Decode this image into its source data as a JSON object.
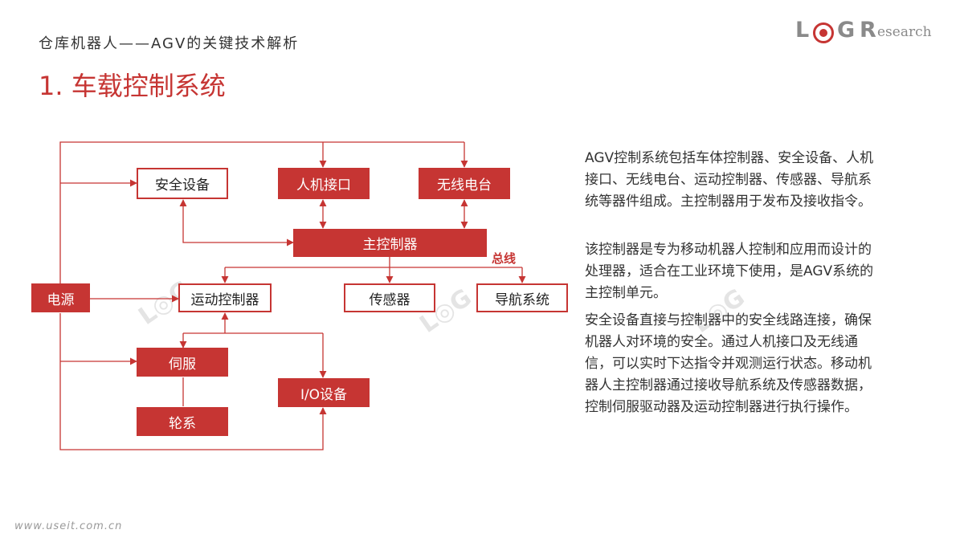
{
  "header": {
    "subtitle": "仓库机器人——AGV的关键技术解析",
    "title": "1. 车载控制系统"
  },
  "logo": {
    "letters": [
      "L",
      "G",
      "R"
    ],
    "small_text": "esearch",
    "accent_color": "#c63533",
    "text_color": "#8a8a8a"
  },
  "diagram": {
    "nodes": {
      "safety": "安全设备",
      "hmi": "人机接口",
      "radio": "无线电台",
      "main_controller": "主控制器",
      "bus": "总线",
      "power": "电源",
      "motion": "运动控制器",
      "sensor": "传感器",
      "navigation": "导航系统",
      "servo": "伺服",
      "io": "I/O设备",
      "wheels": "轮系"
    }
  },
  "description": {
    "paragraphs": [
      "AGV控制系统包括车体控制器、安全设备、人机接口、无线电台、运动控制器、传感器、导航系统等器件组成。主控制器用于发布及接收指令。",
      "该控制器是专为移动机器人控制和应用而设计的处理器，适合在工业环境下使用，是AGV系统的主控制单元。",
      "安全设备直接与控制器中的安全线路连接，确保机器人对环境的安全。通过人机接口及无线通信，可以实时下达指令并观测运行状态。移动机器人主控制器通过接收导航系统及传感器数据，控制伺服驱动器及运动控制器进行执行操作。"
    ]
  },
  "footer": {
    "url": "www.useit.com.cn"
  },
  "colors": {
    "accent": "#c63533",
    "text": "#333333"
  }
}
